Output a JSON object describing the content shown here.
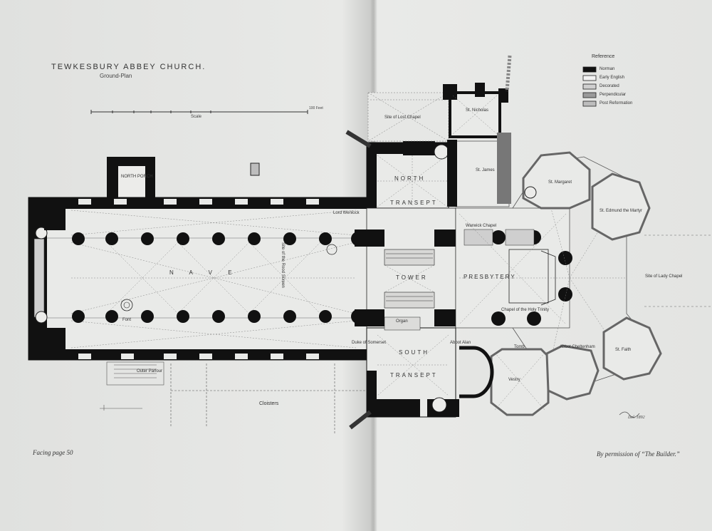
{
  "title": "TEWKESBURY ABBEY CHURCH.",
  "subtitle": "Ground-Plan",
  "scale": {
    "label": "Scale",
    "end_label": "100 Feet"
  },
  "reference": {
    "title": "Reference",
    "items": [
      {
        "label": "Norman",
        "color": "#111111"
      },
      {
        "label": "Early English",
        "color": "#f2f2f2"
      },
      {
        "label": "Decorated",
        "color": "#cfcfcf"
      },
      {
        "label": "Perpendicular",
        "color": "#9a9a9a"
      },
      {
        "label": "Post Reformation",
        "color": "#bdbdbd"
      }
    ]
  },
  "labels": {
    "north_porch": "NORTH PORCH",
    "nave": "N A V E",
    "north_transept_1": "NORTH",
    "north_transept_2": "TRANSEPT",
    "tower": "TOWER",
    "presbytery": "PRESBYTERY",
    "south_transept_1": "SOUTH",
    "south_transept_2": "TRANSEPT",
    "site_chapel": "Site of Lost Chapel",
    "st_nicholas": "St. Nicholas",
    "st_james": "St. James",
    "st_margaret": "St. Margaret",
    "st_edmund": "St. Edmund the Martyr",
    "site_lady_chapel": "Site of Lady Chapel",
    "st_faith": "St. Faith",
    "vestry": "Vestry",
    "cloisters": "Cloisters",
    "outer_parlour": "Outer Parlour",
    "font": "Font",
    "organ": "Organ",
    "warwick_chapel": "Warwick Chapel",
    "chapel_holy_trinity": "Chapel of the Holy Trinity",
    "duke_somerset": "Duke of Somerset",
    "abbot_alan": "Abbot Alan",
    "abbot_cheltenham": "Abbot Cheltenham",
    "tomb": "Tomb",
    "lord_wenlock": "Lord Wenlock",
    "site_rood_screen": "Site of the Rood Screen"
  },
  "footer": {
    "facing": "Facing page 50",
    "permission": "By permission of “The Builder.”",
    "signature": "Del. 1892"
  }
}
